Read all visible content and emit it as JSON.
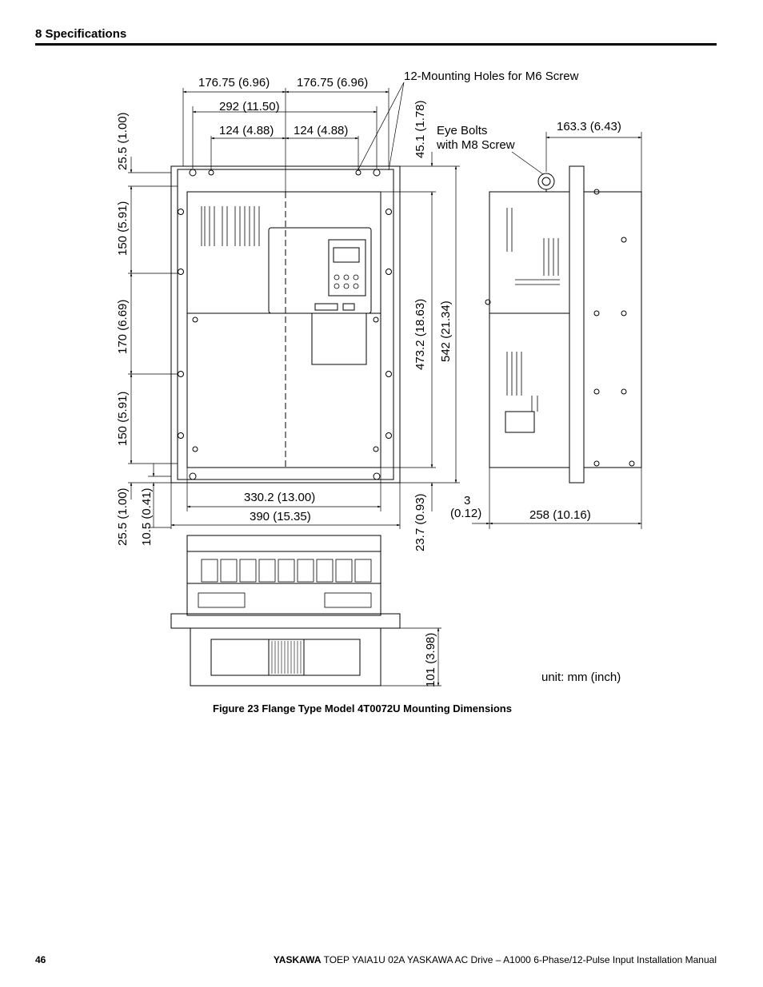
{
  "header": {
    "section": "8 Specifications"
  },
  "figure": {
    "caption": "Figure 23  Flange Type Model 4T0072U Mounting Dimensions",
    "unit_note": "unit: mm (inch)",
    "callouts": {
      "mounting_holes": "12-Mounting Holes for M6 Screw",
      "eye_bolts_line1": "Eye Bolts",
      "eye_bolts_line2": "with M8 Screw"
    },
    "dimensions": {
      "top_left_half": "176.75 (6.96)",
      "top_right_half": "176.75 (6.96)",
      "hole_span": "292 (11.50)",
      "inner_left": "124 (4.88)",
      "inner_right": "124 (4.88)",
      "left_25_top": "25.5 (1.00)",
      "left_150_top": "150 (5.91)",
      "left_170": "170 (6.69)",
      "left_150_bottom": "150 (5.91)",
      "left_25_bottom": "25.5 (1.00)",
      "left_10_5": "10.5 (0.41)",
      "right_45_1": "45.1 (1.78)",
      "right_473_2": "473.2 (18.63)",
      "right_542": "542 (21.34)",
      "right_23_7": "23.7 (0.93)",
      "bottom_330_2": "330.2 (13.00)",
      "bottom_390": "390 (15.35)",
      "side_163_3": "163.3 (6.43)",
      "side_3_line1": "3",
      "side_3_line2": "(0.12)",
      "side_258": "258 (10.16)",
      "bottom_view_101": "101 (3.98)"
    }
  },
  "footer": {
    "page_number": "46",
    "brand": "YASKAWA",
    "title": " TOEP YAIA1U 02A YASKAWA AC Drive – A1000 6-Phase/12-Pulse Input Installation Manual"
  }
}
